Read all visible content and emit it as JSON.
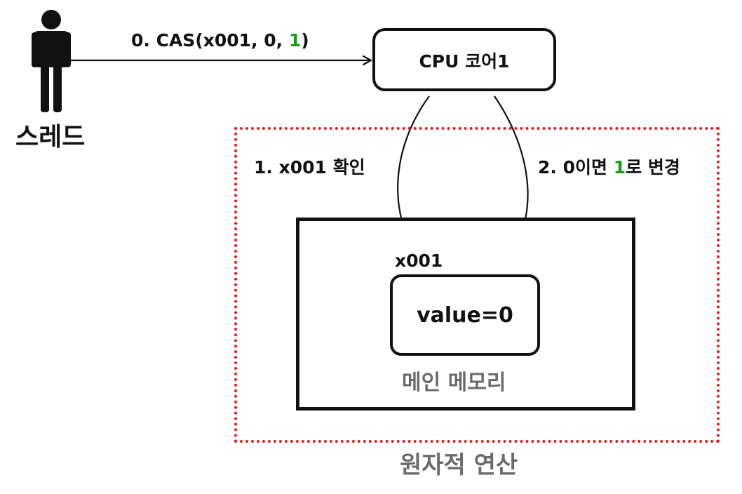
{
  "actor": {
    "label": "스레드"
  },
  "cas_call": {
    "prefix": "0. CAS(x001, 0, ",
    "new_value": "1",
    "suffix": ")"
  },
  "cpu": {
    "label": "CPU 코어1"
  },
  "step1": {
    "label": "1. x001 확인"
  },
  "step2": {
    "prefix": "2. 0이면 ",
    "new_value": "1",
    "suffix": "로 변경"
  },
  "memory": {
    "address": "x001",
    "value_label": "value=0",
    "title": "메인 메모리"
  },
  "atomic_region": {
    "label": "원자적 연산"
  },
  "colors": {
    "highlight": "#1a9a1a",
    "region_border": "#e02020",
    "muted_text": "#6b6b6b",
    "ink": "#111111"
  }
}
